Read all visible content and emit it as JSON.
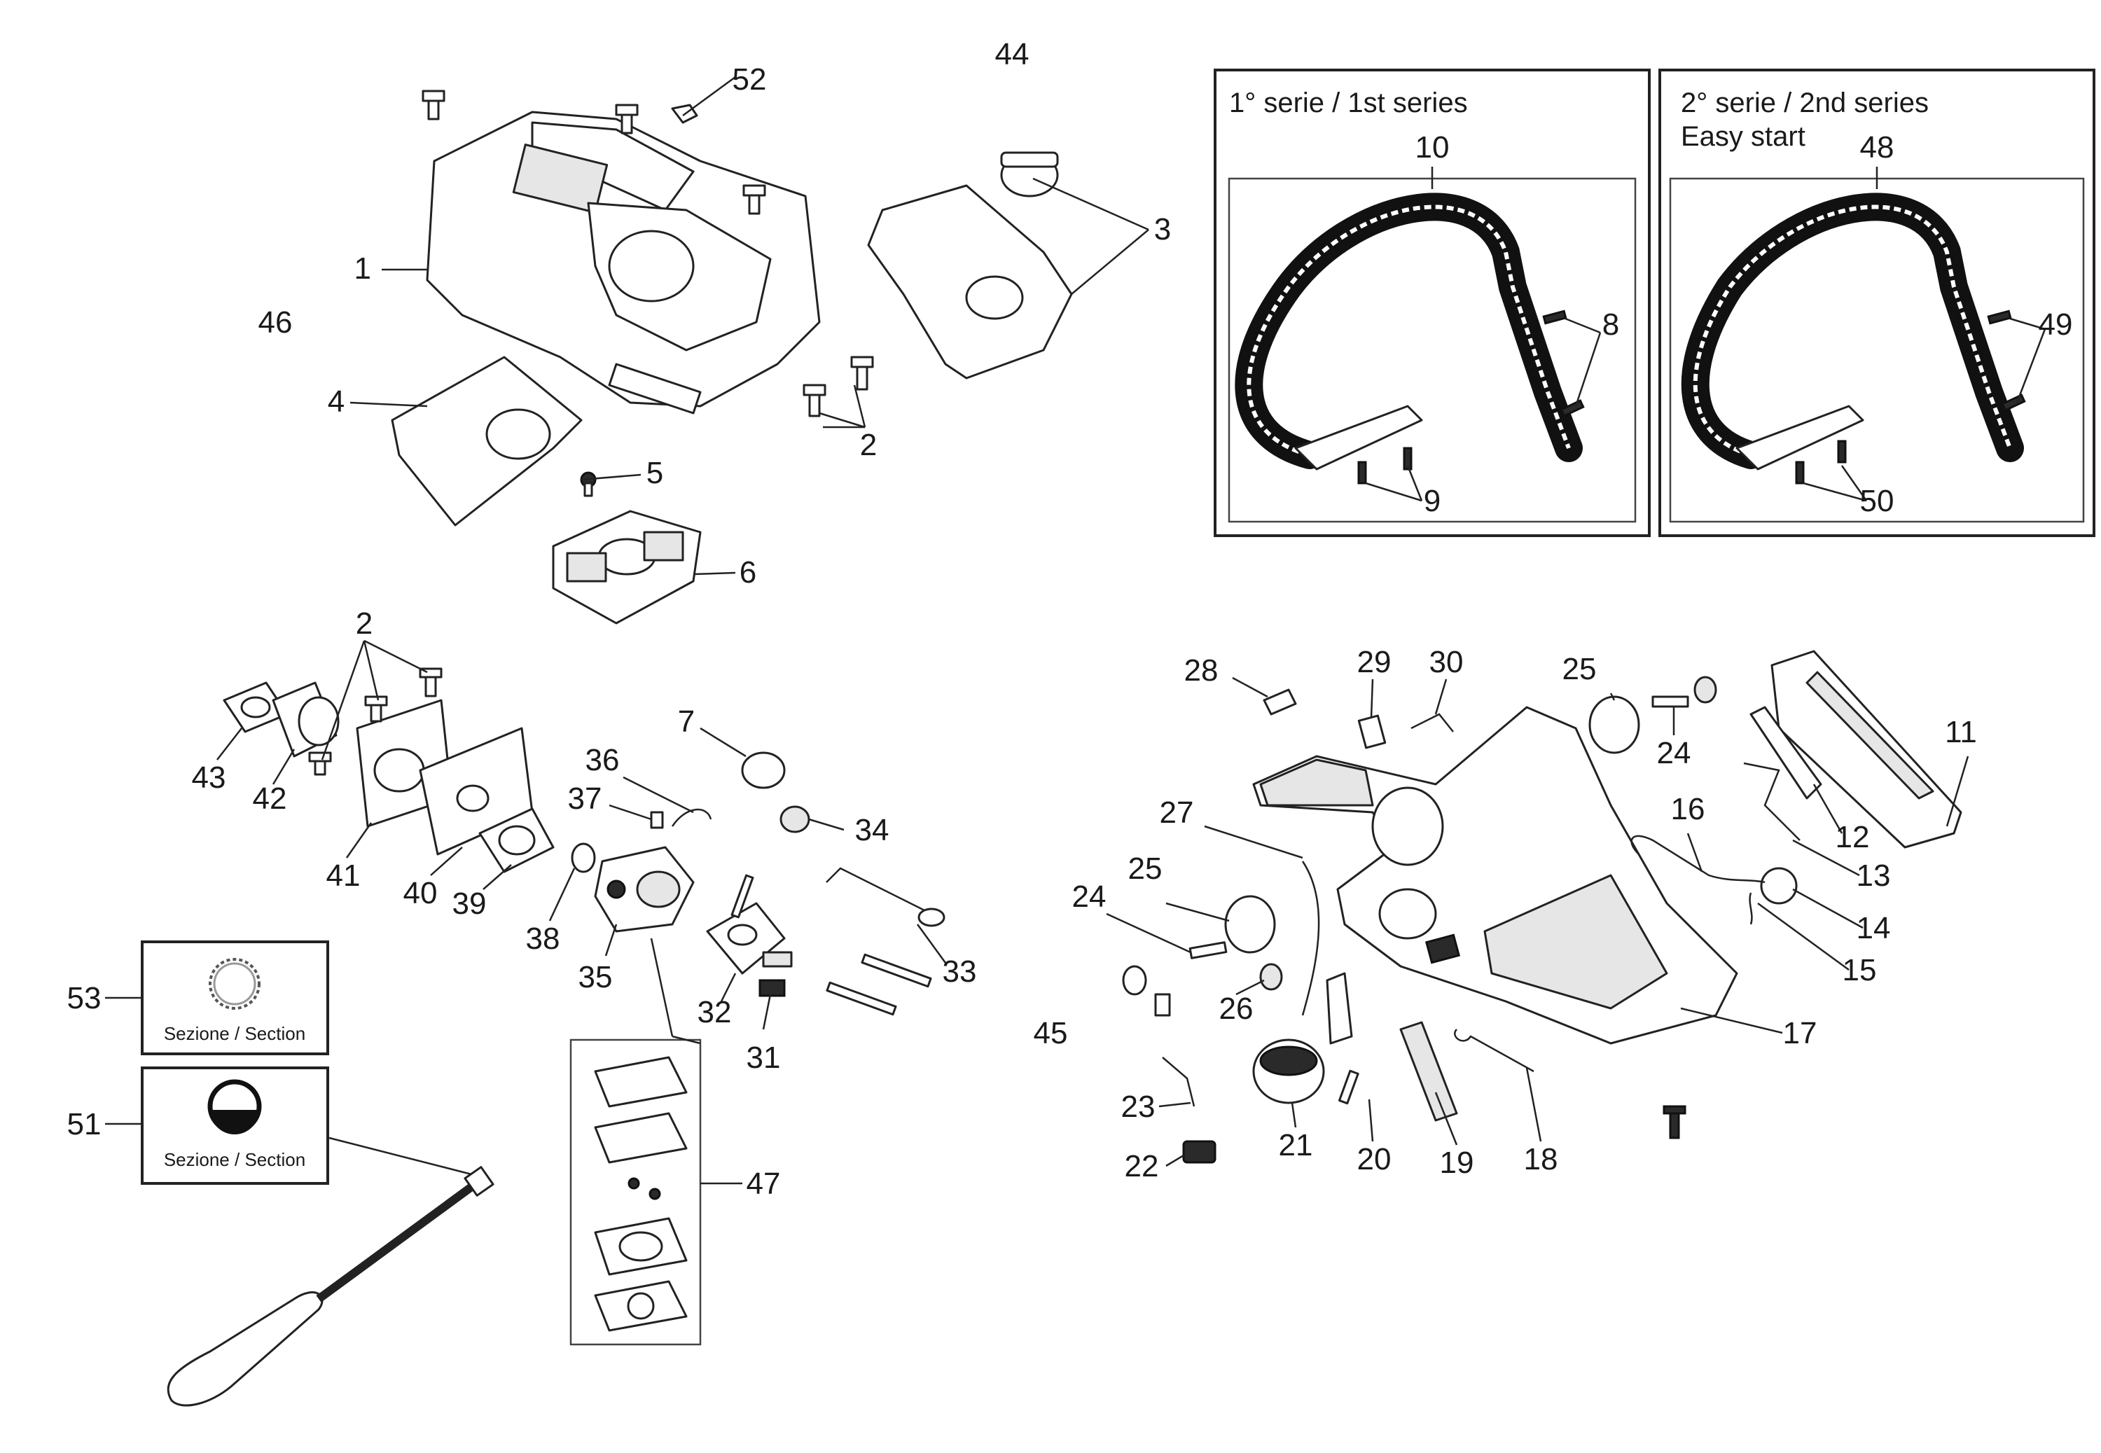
{
  "diagram": {
    "series_boxes": [
      {
        "title": "1° serie / 1st series",
        "part": "10"
      },
      {
        "title": "2° serie / 2nd series",
        "subtitle": "Easy start",
        "part": "48"
      }
    ],
    "section_boxes": [
      {
        "number": "53",
        "label": "Sezione / Section"
      },
      {
        "number": "51",
        "label": "Sezione / Section"
      }
    ],
    "labels": [
      "1",
      "2",
      "3",
      "4",
      "5",
      "6",
      "7",
      "8",
      "9",
      "10",
      "11",
      "12",
      "13",
      "14",
      "15",
      "16",
      "17",
      "18",
      "19",
      "20",
      "21",
      "22",
      "23",
      "24",
      "25",
      "26",
      "27",
      "28",
      "29",
      "30",
      "31",
      "32",
      "33",
      "34",
      "35",
      "36",
      "37",
      "38",
      "39",
      "40",
      "41",
      "42",
      "43",
      "44",
      "45",
      "46",
      "47",
      "48",
      "49",
      "50",
      "51",
      "52",
      "53"
    ]
  }
}
